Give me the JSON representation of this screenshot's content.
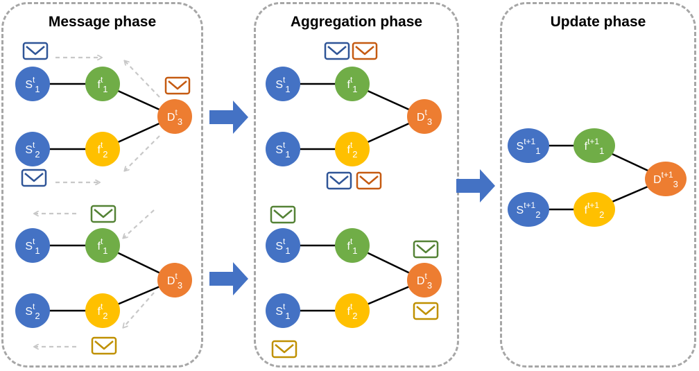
{
  "phases": [
    {
      "title": "Message phase"
    },
    {
      "title": "Aggregation phase"
    },
    {
      "title": "Update phase"
    }
  ],
  "colors": {
    "state_node": "#4472c4",
    "factor_green": "#70ad47",
    "factor_yellow": "#ffc000",
    "decision_node": "#ed7d31",
    "edge": "#000000",
    "msg_blue": "#2f5597",
    "msg_red": "#c55a11",
    "msg_green": "#548235",
    "msg_yellow": "#bf9000",
    "flow_arrow": "#4472c4",
    "dashed_arrow": "#c8c8c8"
  },
  "labels": {
    "S": "S",
    "f": "f",
    "D": "D",
    "t": "t",
    "t1": "t+1",
    "i1": "1",
    "i2": "2",
    "i3": "3"
  },
  "icons": [
    "envelope-icon",
    "right-arrow-icon",
    "dashed-arrow-icon"
  ]
}
